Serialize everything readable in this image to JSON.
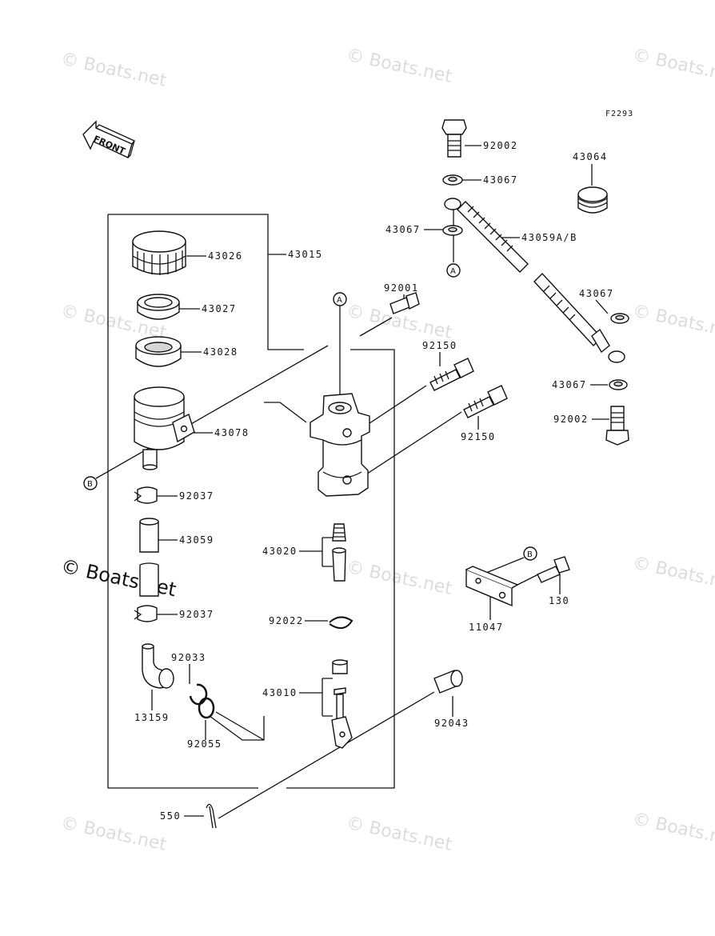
{
  "diagram": {
    "ref_code": "F2293",
    "front_label": "FRONT",
    "watermark": "© Boats.net",
    "watermark_bold": "© Boats.net",
    "callouts": {
      "A": "A",
      "B": "B"
    },
    "parts": {
      "p92002_top": "92002",
      "p43064": "43064",
      "p43067_a": "43067",
      "p43067_b": "43067",
      "p43059ab": "43059A/B",
      "p43067_c": "43067",
      "p43067_d": "43067",
      "p92002_bot": "92002",
      "p92001": "92001",
      "p92150_a": "92150",
      "p92150_b": "92150",
      "p43026": "43026",
      "p43015": "43015",
      "p43027": "43027",
      "p43028": "43028",
      "p43078": "43078",
      "p92037_a": "92037",
      "p43059": "43059",
      "p92037_b": "92037",
      "p43020": "43020",
      "p92022": "92022",
      "p92033": "92033",
      "p13159": "13159",
      "p92055": "92055",
      "p43010": "43010",
      "p92043": "92043",
      "p11047": "11047",
      "p130": "130",
      "p550": "550"
    }
  }
}
